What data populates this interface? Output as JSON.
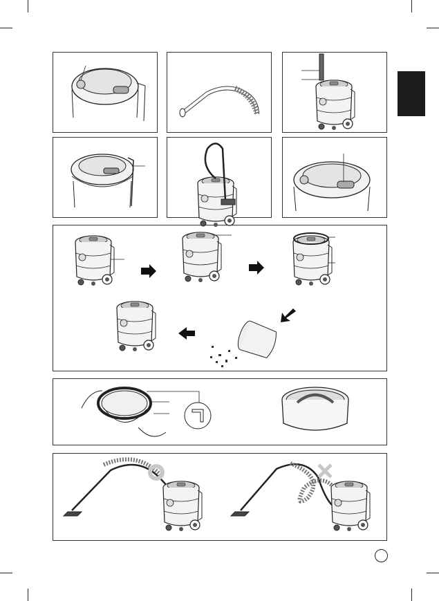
{
  "page": {
    "section_tab_color": "#1c1c1c",
    "page_number": "",
    "feedback": {
      "correct_symbol": "circle",
      "wrong_symbol": "cross",
      "symbol_color": "#c8c8c8"
    }
  },
  "figures": [
    {
      "name": "lid-top-view"
    },
    {
      "name": "hose"
    },
    {
      "name": "hose-attached-to-cleaner"
    },
    {
      "name": "side-handle-view"
    },
    {
      "name": "vacuum-with-wand"
    },
    {
      "name": "lid-latch-closeup"
    },
    {
      "name": "filter-emptying-sequence"
    },
    {
      "name": "filter-ring-hands"
    },
    {
      "name": "filter-in-drum"
    },
    {
      "name": "correct-hose-use"
    },
    {
      "name": "incorrect-hose-use"
    }
  ]
}
